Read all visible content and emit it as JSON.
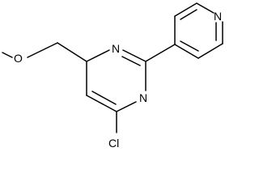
{
  "molecule": {
    "atoms": {
      "oxygen": "O",
      "ring_nitrogen_1": "N",
      "ring_nitrogen_2": "N",
      "pyridine_nitrogen": "N",
      "chlorine": "Cl"
    },
    "colors": {
      "bond": "#000000",
      "label": "#000000",
      "background": "#ffffff"
    }
  }
}
